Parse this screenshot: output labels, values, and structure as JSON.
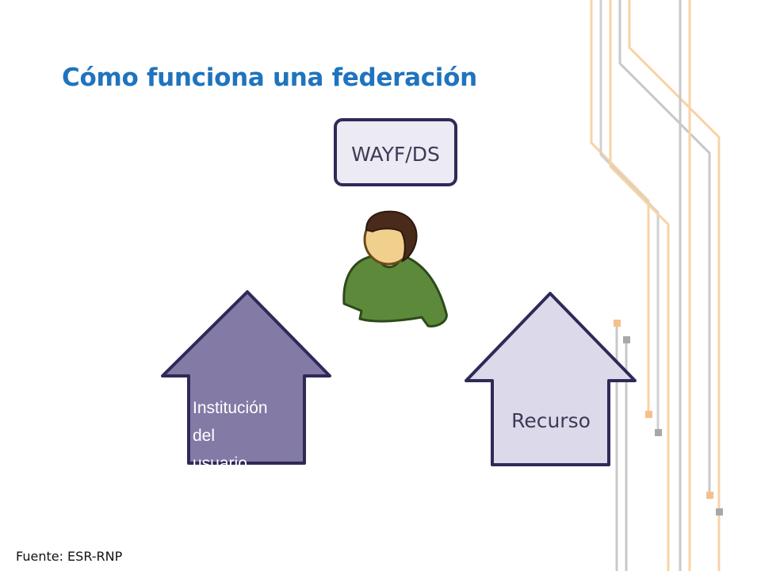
{
  "slide": {
    "title": "Cómo funciona una federación",
    "source": "Fuente: ESR-RNP"
  },
  "diagram": {
    "wayf_label": "WAYF/DS",
    "institution_lines": [
      "Institución",
      "del",
      "usuario"
    ],
    "resource_label": "Recurso",
    "user_icon": "person-icon"
  },
  "colors": {
    "title": "#1f74bd",
    "box_border": "#2e2a58",
    "box_fill": "#eceaf2",
    "institution_fill": "#847aa6",
    "resource_fill": "#dcdaea",
    "person_body": "#5d8a3a",
    "person_skin": "#f1d08e",
    "person_hair": "#4a2a1a",
    "deco_orange": "#f8d3a5",
    "deco_gray": "#c8c8c8"
  }
}
